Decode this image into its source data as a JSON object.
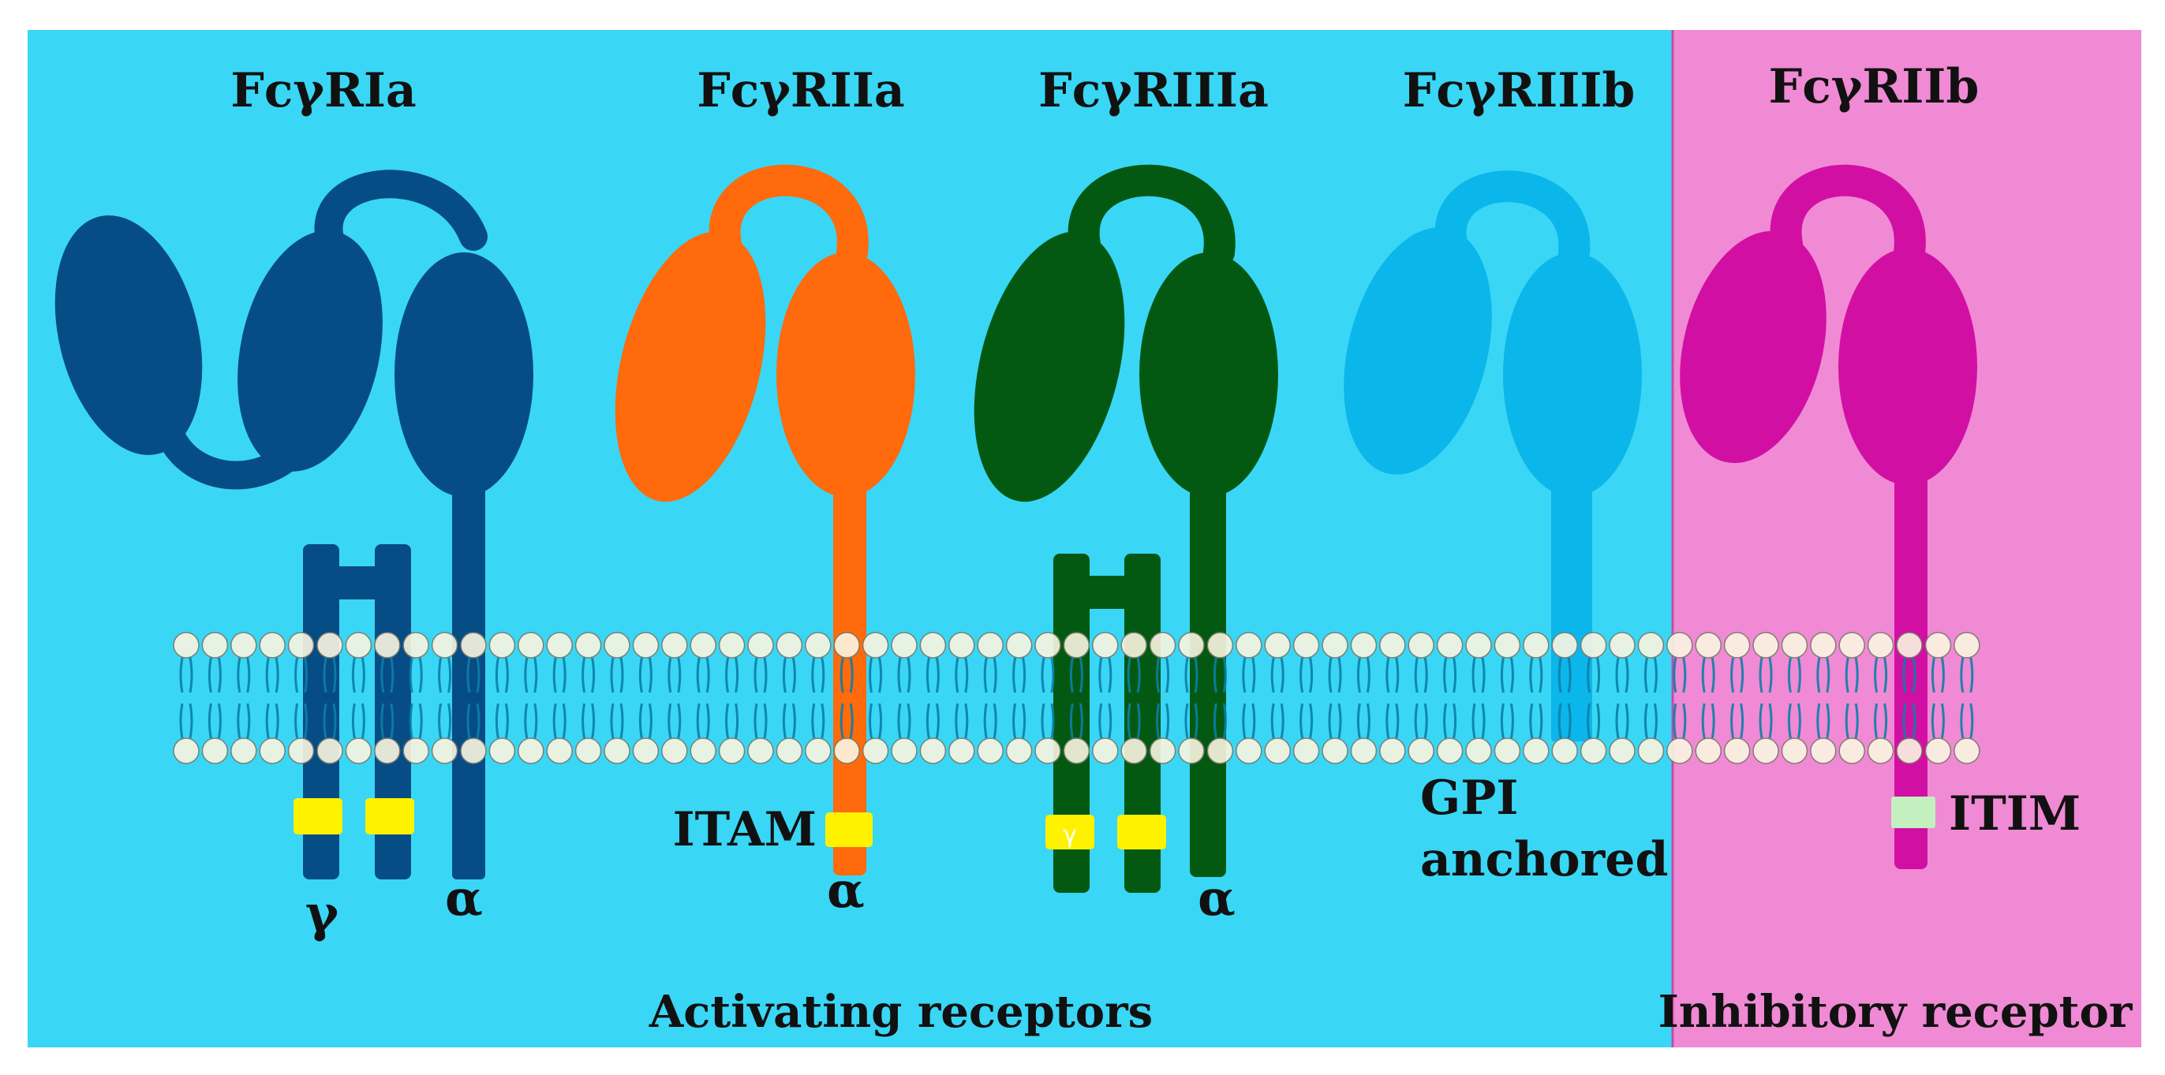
{
  "colors": {
    "activating_bg": "#3ad6f5",
    "inhibitory_bg": "#f08ad4",
    "fcgri": "#064c85",
    "fcgriia": "#ff6a0d",
    "fcgriiia": "#035912",
    "fcgriiib": "#0bb6ea",
    "fcgriib": "#d20fa3",
    "itam": "#fff200",
    "itim": "#c4f0bf",
    "lipid_head": "#fbf6e2",
    "lipid_tail": "#0b7fa8"
  },
  "receptors": {
    "fcgri": {
      "name": "FcγRIa",
      "gamma": "γ",
      "alpha": "α"
    },
    "fcgriia": {
      "name": "FcγRIIa",
      "alpha": "α",
      "motif": "ITAM"
    },
    "fcgriiia": {
      "name": "FcγRIIIa",
      "alpha": "α",
      "chain_mark": "γ"
    },
    "fcgriiib": {
      "name": "FcγRIIIb",
      "anchor_line1": "GPI",
      "anchor_line2": "anchored"
    },
    "fcgriib": {
      "name": "FcγRIIb",
      "motif": "ITIM"
    }
  },
  "groups": {
    "activating": "Activating receptors",
    "inhibitory": "Inhibitory receptor"
  }
}
